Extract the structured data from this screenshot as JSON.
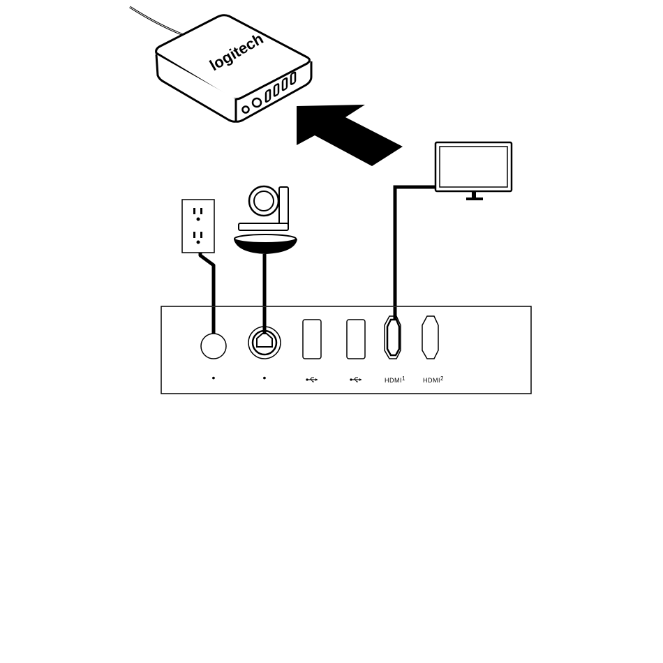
{
  "hub": {
    "brand": "logitech"
  },
  "ports": [
    {
      "id": "power",
      "symbol": "•"
    },
    {
      "id": "camera",
      "symbol": "•"
    },
    {
      "id": "usb-1",
      "icon": "usb-icon"
    },
    {
      "id": "usb-2",
      "icon": "usb-icon"
    },
    {
      "id": "hdmi-1",
      "label": "HDMI",
      "index": "1"
    },
    {
      "id": "hdmi-2",
      "label": "HDMI",
      "index": "2"
    }
  ],
  "connections": [
    {
      "from": "wall-outlet",
      "to": "power"
    },
    {
      "from": "conference-camera",
      "to": "camera"
    },
    {
      "from": "display-monitor",
      "to": "hdmi-1"
    }
  ],
  "colors": {
    "line": "#000000",
    "background": "#ffffff"
  }
}
